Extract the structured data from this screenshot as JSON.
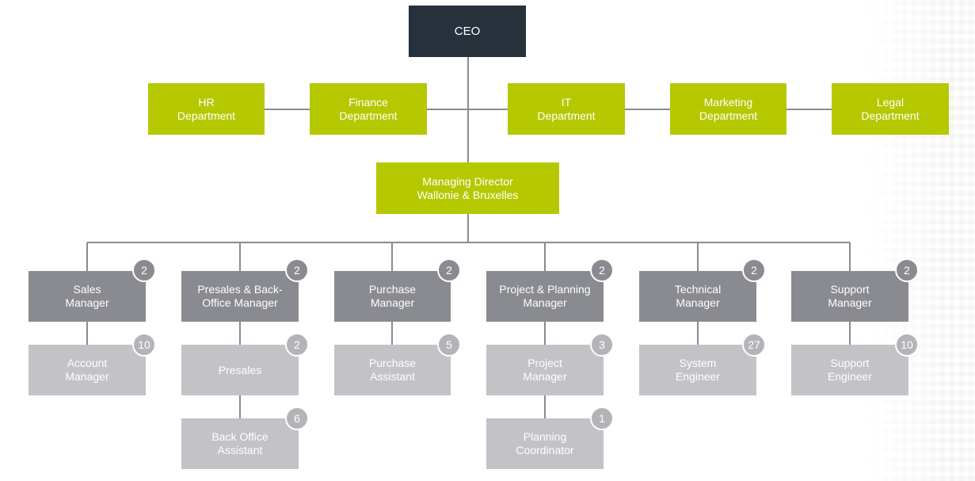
{
  "ceo": {
    "title": "CEO"
  },
  "departments": [
    {
      "line1": "HR",
      "line2": "Department"
    },
    {
      "line1": "Finance",
      "line2": "Department"
    },
    {
      "line1": "IT",
      "line2": "Department"
    },
    {
      "line1": "Marketing",
      "line2": "Department"
    },
    {
      "line1": "Legal",
      "line2": "Department"
    }
  ],
  "director": {
    "line1": "Managing Director",
    "line2": "Wallonie & Bruxelles"
  },
  "managers": [
    {
      "line1": "Sales",
      "line2": "Manager",
      "count": "2"
    },
    {
      "line1": "Presales & Back-",
      "line2": "Office Manager",
      "count": "2"
    },
    {
      "line1": "Purchase",
      "line2": "Manager",
      "count": "2"
    },
    {
      "line1": "Project & Planning",
      "line2": "Manager",
      "count": "2"
    },
    {
      "line1": "Technical",
      "line2": "Manager",
      "count": "2"
    },
    {
      "line1": "Support",
      "line2": "Manager",
      "count": "2"
    }
  ],
  "staff": [
    {
      "line1": "Account",
      "line2": "Manager",
      "count": "10"
    },
    {
      "line1": "Presales",
      "line2": "",
      "count": "2"
    },
    {
      "line1": "Back Office",
      "line2": "Assistant",
      "count": "6"
    },
    {
      "line1": "Purchase",
      "line2": "Assistant",
      "count": "5"
    },
    {
      "line1": "Project",
      "line2": "Manager",
      "count": "3"
    },
    {
      "line1": "Planning",
      "line2": "Coordinator",
      "count": "1"
    },
    {
      "line1": "System",
      "line2": "Engineer",
      "count": "27"
    },
    {
      "line1": "Support",
      "line2": "Engineer",
      "count": "10"
    }
  ],
  "colors": {
    "ceo": "#26313b",
    "department": "#b5c800",
    "manager": "#8a8b91",
    "staff": "#c3c3c7",
    "connector": "#8a8b91"
  }
}
